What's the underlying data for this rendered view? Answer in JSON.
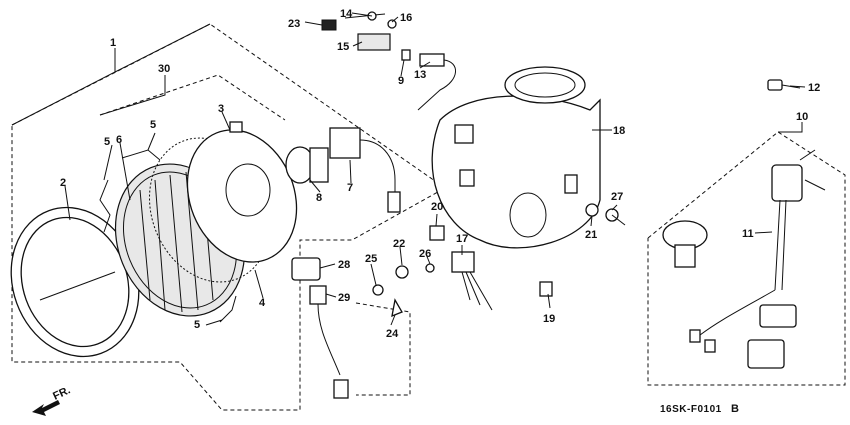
{
  "callouts": [
    {
      "id": "1",
      "text": "1"
    },
    {
      "id": "2",
      "text": "2"
    },
    {
      "id": "3",
      "text": "3"
    },
    {
      "id": "4",
      "text": "4"
    },
    {
      "id": "5a",
      "text": "5"
    },
    {
      "id": "5b",
      "text": "5"
    },
    {
      "id": "5c",
      "text": "5"
    },
    {
      "id": "6",
      "text": "6"
    },
    {
      "id": "7",
      "text": "7"
    },
    {
      "id": "8",
      "text": "8"
    },
    {
      "id": "9",
      "text": "9"
    },
    {
      "id": "10",
      "text": "10"
    },
    {
      "id": "11",
      "text": "11"
    },
    {
      "id": "12",
      "text": "12"
    },
    {
      "id": "13",
      "text": "13"
    },
    {
      "id": "14",
      "text": "14"
    },
    {
      "id": "15",
      "text": "15"
    },
    {
      "id": "16",
      "text": "16"
    },
    {
      "id": "17",
      "text": "17"
    },
    {
      "id": "18",
      "text": "18"
    },
    {
      "id": "19",
      "text": "19"
    },
    {
      "id": "20",
      "text": "20"
    },
    {
      "id": "21",
      "text": "21"
    },
    {
      "id": "22",
      "text": "22"
    },
    {
      "id": "23",
      "text": "23"
    },
    {
      "id": "24",
      "text": "24"
    },
    {
      "id": "25",
      "text": "25"
    },
    {
      "id": "26",
      "text": "26"
    },
    {
      "id": "27",
      "text": "27"
    },
    {
      "id": "28",
      "text": "28"
    },
    {
      "id": "29",
      "text": "29"
    },
    {
      "id": "30",
      "text": "30"
    }
  ],
  "front_indicator": "FR.",
  "diagram_code": "16SK-F0101",
  "diagram_code_suffix": "B",
  "icons": [
    "front-arrow-icon"
  ]
}
